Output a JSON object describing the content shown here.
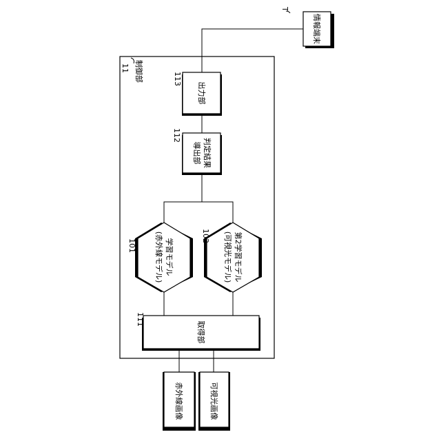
{
  "figure": {
    "orientation": "rotated-90-clockwise",
    "control_unit": {
      "ref": "11",
      "label": "制御部"
    },
    "terminal": {
      "ref": "T",
      "label": "情報端末"
    },
    "output_unit": {
      "ref": "113",
      "label": "出力部"
    },
    "judgment_unit": {
      "ref": "112",
      "label_line1": "判定結果",
      "label_line2": "導出部"
    },
    "model_ir": {
      "ref": "101",
      "label_line1": "学習モデル",
      "label_line2": "(赤外線モデル)"
    },
    "model_vis": {
      "ref": "102",
      "label_line1": "第2学習モデル",
      "label_line2": "(可視光モデル)"
    },
    "acquisition_unit": {
      "ref": "111",
      "label": "取得部"
    },
    "input_ir": {
      "label": "赤外線画像"
    },
    "input_vis": {
      "label": "可視光画像"
    }
  }
}
